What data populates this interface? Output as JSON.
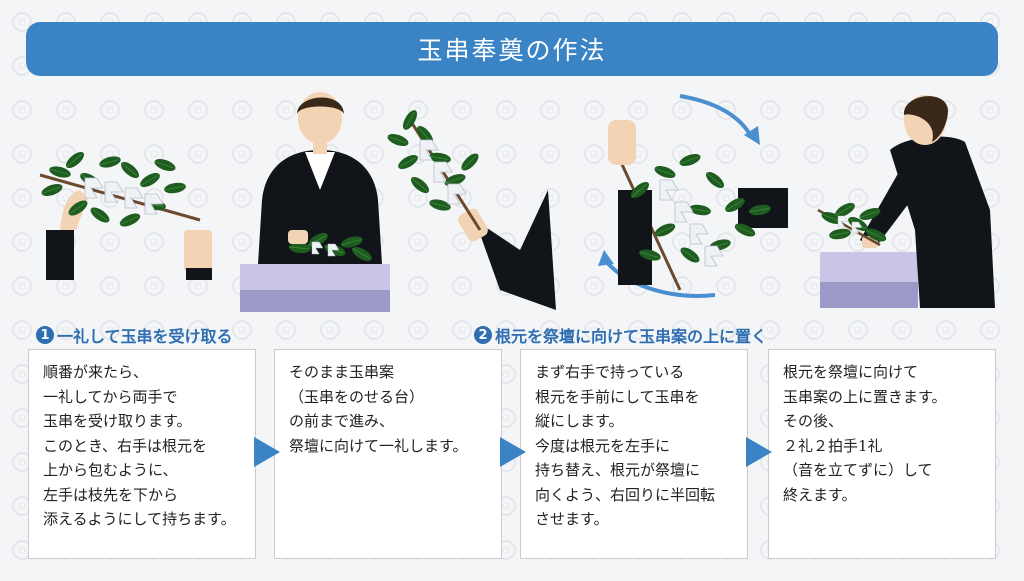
{
  "title": "玉串奉奠の作法",
  "colors": {
    "title_bar": "#3a84c6",
    "accent": "#2f6fb1",
    "rotate_arrow": "#4b8fd0",
    "suit": "#111418",
    "table_top": "#c9c5e6",
    "table_side": "#9d99c9",
    "leaf": "#1f5c20",
    "skin": "#f2d3b4"
  },
  "steps": [
    {
      "num": "1",
      "label": "一礼して玉串を受け取る"
    },
    {
      "num": "2",
      "label": "根元を祭壇に向けて玉串案の上に置く"
    }
  ],
  "cards": [
    {
      "lines": [
        "順番が来たら、",
        "一礼してから両手で",
        "玉串を受け取ります。",
        "このとき、右手は根元を",
        "上から包むように、",
        "左手は枝先を下から",
        "添えるようにして持ちます。"
      ]
    },
    {
      "lines": [
        "そのまま玉串案",
        "（玉串をのせる台）",
        "の前まで進み、",
        "祭壇に向けて一礼します。"
      ]
    },
    {
      "lines": [
        "まず右手で持っている",
        "根元を手前にして玉串を",
        "縦にします。",
        "今度は根元を左手に",
        "持ち替え、根元が祭壇に",
        "向くよう、右回りに半回転",
        "させます。"
      ]
    },
    {
      "lines": [
        "根元を祭壇に向けて",
        "玉串案の上に置きます。",
        "その後、",
        "２礼２拍手1礼",
        "（音を立てずに）して",
        "終えます。"
      ]
    }
  ]
}
